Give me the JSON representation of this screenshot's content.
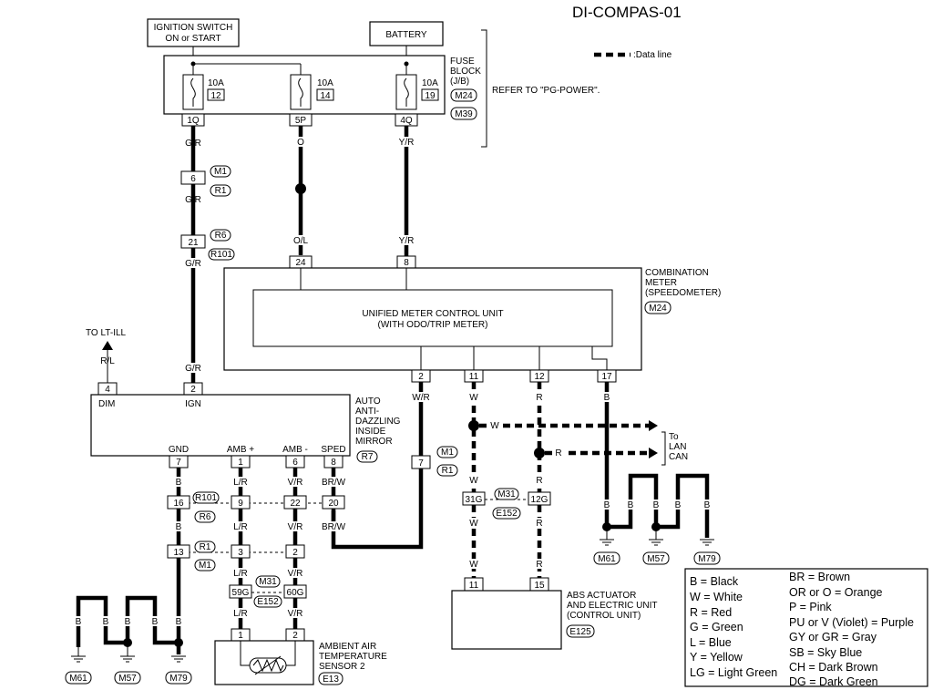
{
  "title": "DI-COMPAS-01",
  "data_line_legend": ":Data line",
  "top_boxes": {
    "ignition": [
      "IGNITION SWITCH",
      "ON or START"
    ],
    "battery": "BATTERY"
  },
  "fuse_block": {
    "label": [
      "FUSE",
      "BLOCK",
      "(J/B)"
    ],
    "fuses": [
      {
        "amps": "10A",
        "num": "12",
        "term": "1Q"
      },
      {
        "amps": "10A",
        "num": "14",
        "term": "5P"
      },
      {
        "amps": "10A",
        "num": "19",
        "term": "4Q"
      }
    ],
    "connectors": [
      "M24",
      "M39"
    ],
    "refer": "REFER TO \"PG-POWER\"."
  },
  "wire_colors": {
    "g_r": "G/R",
    "o": "O",
    "y_r": "Y/R",
    "o_l": "O/L",
    "r_l": "R/L",
    "w_r": "W/R",
    "w": "W",
    "r": "R",
    "b": "B",
    "l_r": "L/R",
    "v_r": "V/R",
    "br_w": "BR/W"
  },
  "connectors": {
    "m1": "M1",
    "r1": "R1",
    "r6": "R6",
    "r101": "R101",
    "m31": "M31",
    "e152": "E152",
    "m61": "M61",
    "m57": "M57",
    "m79": "M79",
    "e125": "E125",
    "e13": "E13",
    "r7": "R7",
    "m24": "M24"
  },
  "pins": {
    "p6": "6",
    "p21": "21",
    "p24": "24",
    "p8": "8",
    "p4": "4",
    "p2": "2",
    "p11": "11",
    "p12": "12",
    "p17": "17",
    "p7": "7",
    "p1": "1",
    "p16": "16",
    "p9": "9",
    "p22": "22",
    "p20": "20",
    "p13": "13",
    "p3": "3",
    "p31g": "31G",
    "p12g": "12G",
    "p59g": "59G",
    "p60g": "60G",
    "p15": "15"
  },
  "combination_meter": {
    "label": [
      "COMBINATION",
      "METER",
      "(SPEEDOMETER)"
    ],
    "unit": [
      "UNIFIED METER CONTROL UNIT",
      "(WITH ODO/TRIP METER)"
    ]
  },
  "mirror": {
    "label": [
      "AUTO",
      "ANTI-",
      "DAZZLING",
      "INSIDE",
      "MIRROR"
    ],
    "terms": {
      "dim": "DIM",
      "ign": "IGN",
      "gnd": "GND",
      "amb_p": "AMB +",
      "amb_m": "AMB -",
      "sped": "SPED"
    }
  },
  "to_lt_ill": "TO LT-ILL",
  "to_lan": [
    "To",
    "LAN",
    "CAN"
  ],
  "abs": [
    "ABS ACTUATOR",
    "AND ELECTRIC UNIT",
    "(CONTROL UNIT)"
  ],
  "sensor": [
    "AMBIENT AIR",
    "TEMPERATURE",
    "SENSOR 2"
  ],
  "color_legend": {
    "left": [
      "B = Black",
      "W = White",
      "R = Red",
      "G = Green",
      "L = Blue",
      "Y = Yellow",
      "LG = Light Green"
    ],
    "right": [
      "BR = Brown",
      "OR or O = Orange",
      "P = Pink",
      "PU or V (Violet) = Purple",
      "GY or GR = Gray",
      "SB = Sky Blue",
      "CH = Dark Brown",
      "DG = Dark Green"
    ]
  }
}
